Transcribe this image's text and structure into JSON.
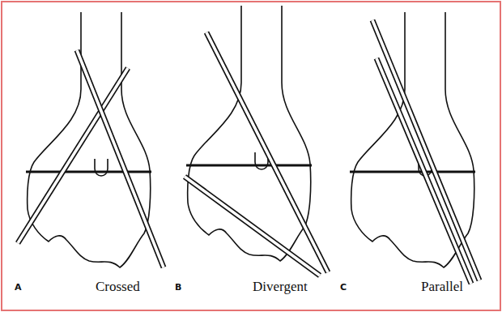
{
  "diagram": {
    "labels": [
      "A",
      "Crossed",
      "B",
      "Divergent",
      "C",
      "Parallel"
    ]
  }
}
